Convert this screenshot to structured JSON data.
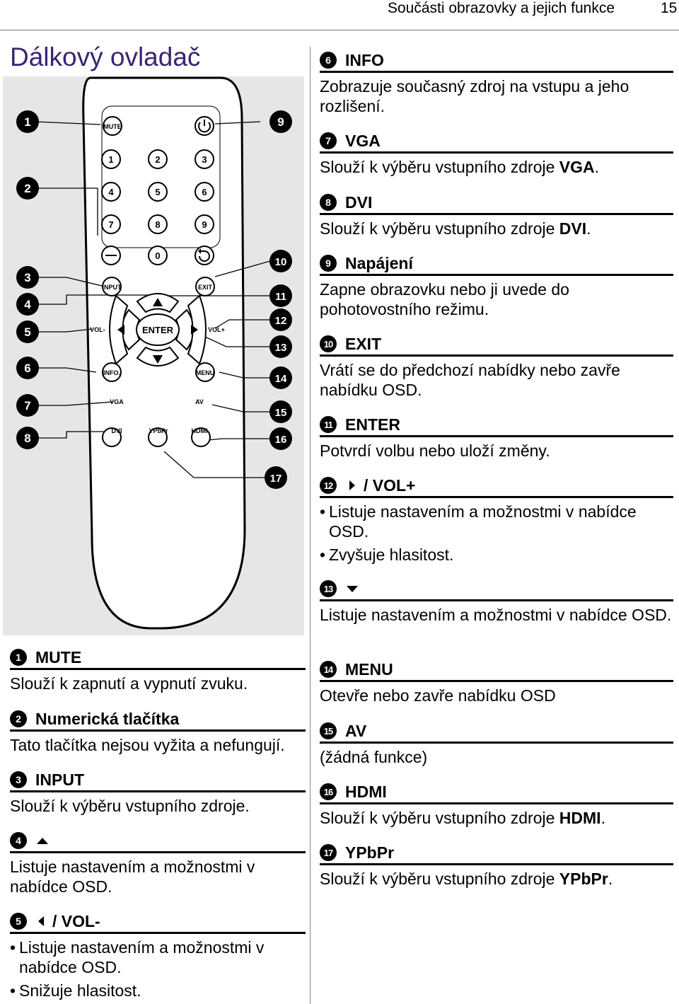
{
  "header": {
    "section": "Součásti obrazovky a jejich funkce",
    "page": "15"
  },
  "title": "Dálkový ovladač",
  "remote": {
    "callouts_left": [
      "1",
      "2",
      "3",
      "4",
      "5",
      "6",
      "7",
      "8"
    ],
    "callouts_right": [
      "9",
      "10",
      "11",
      "12",
      "13",
      "14",
      "15",
      "16",
      "17"
    ],
    "buttons": {
      "mute": "MUTE",
      "n1": "1",
      "n2": "2",
      "n3": "3",
      "n4": "4",
      "n5": "5",
      "n6": "6",
      "n7": "7",
      "n8": "8",
      "n9": "9",
      "n0": "0",
      "input": "INPUT",
      "exit": "EXIT",
      "enter": "ENTER",
      "vol_minus": "VOL-",
      "vol_plus": "VOL+",
      "info": "INFO.",
      "menu": "MENU",
      "vga": "VGA",
      "av": "AV",
      "dvi": "DVI",
      "ypbpr": "YPbPr",
      "hdmi": "HDMI"
    }
  },
  "items": {
    "i1": {
      "num": "1",
      "name": "MUTE",
      "desc": "Slouží k zapnutí a vypnutí zvuku."
    },
    "i2": {
      "num": "2",
      "name": "Numerická tlačítka",
      "desc": "Tato tlačítka nejsou vyžita a nefungují."
    },
    "i3": {
      "num": "3",
      "name": "INPUT",
      "desc": "Slouží k výběru vstupního zdroje."
    },
    "i4": {
      "num": "4",
      "desc": "Listuje nastavením a možnostmi v nabídce OSD."
    },
    "i5": {
      "num": "5",
      "name": "/ VOL-",
      "b1": "Listuje nastavením a možnostmi v nabídce OSD.",
      "b2": "Snižuje hlasitost."
    },
    "i6": {
      "num": "6",
      "name": "INFO",
      "desc": "Zobrazuje současný zdroj na vstupu a jeho rozlišení."
    },
    "i7": {
      "num": "7",
      "name": "VGA",
      "desc_pre": "Slouží k výběru vstupního zdroje ",
      "desc_bold": "VGA",
      "desc_post": "."
    },
    "i8": {
      "num": "8",
      "name": "DVI",
      "desc_pre": "Slouží k výběru vstupního zdroje ",
      "desc_bold": "DVI",
      "desc_post": "."
    },
    "i9": {
      "num": "9",
      "name": "Napájení",
      "desc": "Zapne obrazovku nebo ji uvede do pohotovostního režimu."
    },
    "i10": {
      "num": "10",
      "name": "EXIT",
      "desc": "Vrátí se do předchozí nabídky nebo zavře nabídku OSD."
    },
    "i11": {
      "num": "11",
      "name": "ENTER",
      "desc": "Potvrdí volbu nebo uloží změny."
    },
    "i12": {
      "num": "12",
      "name": "/ VOL+",
      "b1": "Listuje nastavením a možnostmi v nabídce OSD.",
      "b2": "Zvyšuje hlasitost."
    },
    "i13": {
      "num": "13",
      "desc": "Listuje nastavením a možnostmi v nabídce OSD."
    },
    "i14": {
      "num": "14",
      "name": "MENU",
      "desc": "Otevře nebo zavře nabídku OSD"
    },
    "i15": {
      "num": "15",
      "name": "AV",
      "desc": "(žádná funkce)"
    },
    "i16": {
      "num": "16",
      "name": "HDMI",
      "desc_pre": "Slouží k výběru vstupního zdroje ",
      "desc_bold": "HDMI",
      "desc_post": "."
    },
    "i17": {
      "num": "17",
      "name": "YPbPr",
      "desc_pre": "Slouží k výběru vstupního zdroje ",
      "desc_bold": "YPbPr",
      "desc_post": "."
    }
  }
}
